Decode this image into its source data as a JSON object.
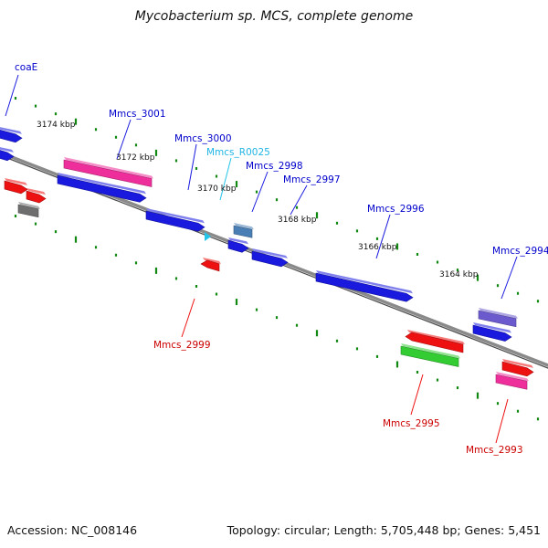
{
  "title": "Mycobacterium sp. MCS, complete genome",
  "footer": {
    "accession": "Accession: NC_008146",
    "summary": "Topology: circular; Length: 5,705,448 bp; Genes: 5,451"
  },
  "scale_labels": [
    "3174 kbp",
    "3172 kbp",
    "3170 kbp",
    "3168 kbp",
    "3166 kbp",
    "3164 kbp"
  ],
  "gene_labels": {
    "coaE": "coaE",
    "mmcs_3001": "Mmcs_3001",
    "mmcs_3000": "Mmcs_3000",
    "mmcs_r0025": "Mmcs_R0025",
    "mmcs_2998": "Mmcs_2998",
    "mmcs_2997": "Mmcs_2997",
    "mmcs_2996": "Mmcs_2996",
    "mmcs_2994": "Mmcs_2994",
    "mmcs_2999": "Mmcs_2999",
    "mmcs_2995": "Mmcs_2995",
    "mmcs_2993": "Mmcs_2993"
  },
  "colors": {
    "backbone": "#7f7f7f",
    "cds_blue": "#1a1adf",
    "cds_red": "#ee1111",
    "pink": "#ee2e9a",
    "green": "#33cc33",
    "grey": "#6e6e6e",
    "steel": "#4a7fb5",
    "purple": "#6a5acd",
    "rna_cyan": "#22c4e8",
    "tick": "#118811",
    "label_blue": "#0000cc",
    "label_cyan": "#1fb5e5",
    "label_red": "#cc0000"
  }
}
